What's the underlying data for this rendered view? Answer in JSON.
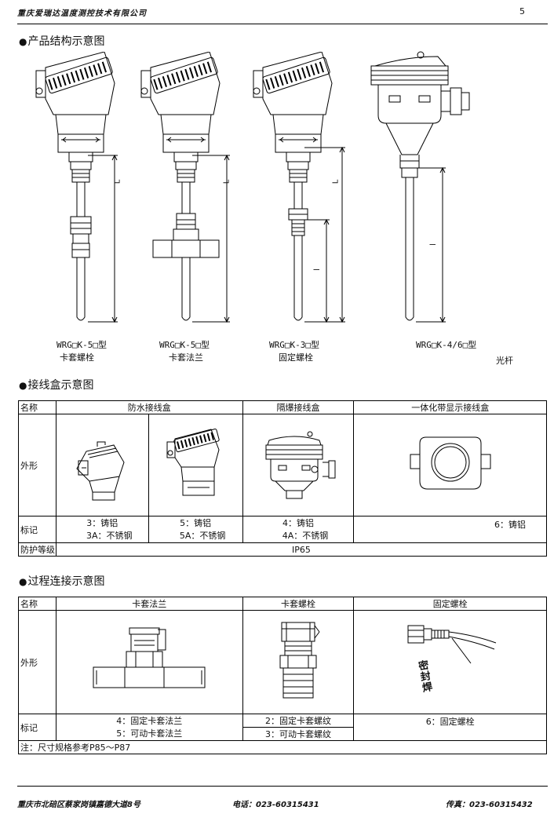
{
  "header": {
    "company": "重庆爱瑞达温度测控技术有限公司",
    "page_number": "5"
  },
  "section1": {
    "title": "产品结构示意图",
    "dim_label": "L",
    "dim_label_small": "l",
    "items": [
      {
        "model": "WRG□K-5□型",
        "desc": "卡套螺栓"
      },
      {
        "model": "WRG□K-5□型",
        "desc": "卡套法兰"
      },
      {
        "model": "WRG□K-3□型",
        "desc": "固定螺栓"
      },
      {
        "model": "WRG□K-4/6□型",
        "desc": "光杆"
      }
    ]
  },
  "section2": {
    "title": "接线盒示意图",
    "headers": [
      "名称",
      "防水接线盒",
      "隔爆接线盒",
      "一体化带显示接线盒"
    ],
    "row_labels": [
      "外形",
      "标记",
      "防护等级"
    ],
    "marks": {
      "col1a_line1": "3：铸铝",
      "col1a_line2": "3A：不锈钢",
      "col1b_line1": "5：铸铝",
      "col1b_line2": "5A：不锈钢",
      "col2_line1": "4：铸铝",
      "col2_line2": "4A：不锈钢",
      "col3": "6：铸铝"
    },
    "protection": "IP65"
  },
  "section3": {
    "title": "过程连接示意图",
    "headers": [
      "名称",
      "卡套法兰",
      "卡套螺栓",
      "固定螺栓"
    ],
    "row_labels": [
      "外形",
      "标记"
    ],
    "weld_label": "密封焊",
    "marks": {
      "col1_line1": "4：固定卡套法兰",
      "col1_line2": "5：可动卡套法兰",
      "col2_line1": "2：固定卡套螺纹",
      "col2_line2": "3：可动卡套螺纹",
      "col3": "6：固定螺栓"
    },
    "note": "注：尺寸规格参考P85～P87"
  },
  "footer": {
    "address": "重庆市北碚区蔡家岗镇嘉德大道8号",
    "phone": "电话：023-60315431",
    "fax": "传真：023-60315432"
  }
}
